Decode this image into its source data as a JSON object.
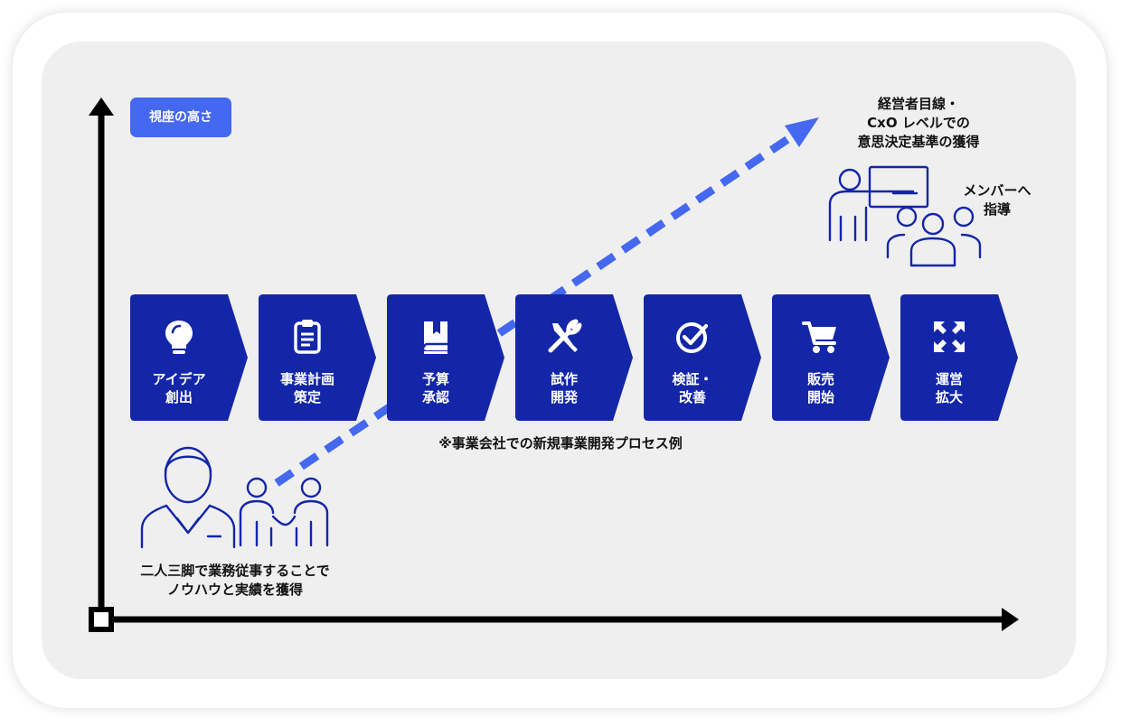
{
  "axis": {
    "y_label": "視座の高さ"
  },
  "steps": [
    {
      "line1": "アイデア",
      "line2": "創出",
      "icon": "lightbulb-icon"
    },
    {
      "line1": "事業計画",
      "line2": "策定",
      "icon": "clipboard-icon"
    },
    {
      "line1": "予算",
      "line2": "承認",
      "icon": "book-icon"
    },
    {
      "line1": "試作",
      "line2": "開発",
      "icon": "wrench-screwdriver-icon"
    },
    {
      "line1": "検証・",
      "line2": "改善",
      "icon": "check-circle-icon"
    },
    {
      "line1": "販売",
      "line2": "開始",
      "icon": "shopping-cart-icon"
    },
    {
      "line1": "運営",
      "line2": "拡大",
      "icon": "expand-arrows-icon"
    }
  ],
  "process_note": "※事業会社での新規事業開発プロセス例",
  "top_goal": {
    "line1": "経営者目線・",
    "line2": "CxO レベルでの",
    "line3": "意思決定基準の獲得"
  },
  "mentor_note": {
    "line1": "メンバーへ",
    "line2": "指導"
  },
  "bottom_note": {
    "line1": "二人三脚で業務従事することで",
    "line2": "ノウハウと実績を獲得"
  },
  "colors": {
    "step_fill": "#1326a8",
    "accent": "#4468ef",
    "axis": "#000000",
    "panel": "#efeff0"
  }
}
